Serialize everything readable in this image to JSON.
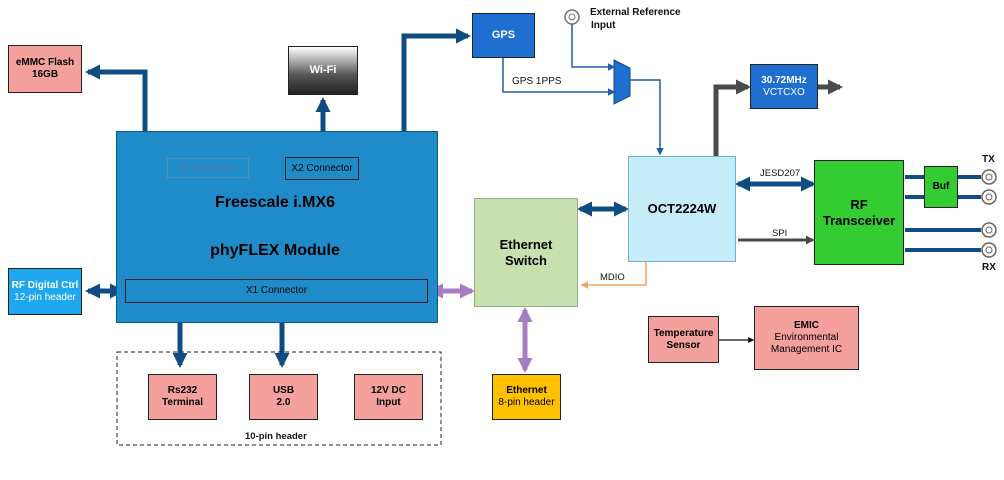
{
  "colors": {
    "link_blue": "#0f4c81",
    "link_purple": "#a67dc2",
    "link_gray": "#4a4a4a",
    "link_orange": "#f4a460",
    "module_blue": "#1f8bc9",
    "pink": "#f4a09c",
    "green": "#33cc33",
    "light_cyan": "#c5ecf8",
    "pale_green": "#c8dfb0",
    "gold": "#ffc000",
    "sky": "#1ea7ef",
    "gps_blue": "#1f6fd0"
  },
  "blocks": {
    "emmc_line1": "eMMC Flash",
    "emmc_line2": "16GB",
    "wifi": "Wi-Fi",
    "gps": "GPS",
    "x3": "X3 Connector",
    "x2": "X2 Connector",
    "module_line1": "Freescale i.MX6",
    "module_line2": "phyFLEX Module",
    "x1": "X1 Connector",
    "rf_ctrl_line1": "RF Digital Ctrl",
    "rf_ctrl_line2": "12-pin header",
    "rs232_line1": "Rs232",
    "rs232_line2": "Terminal",
    "usb_line1": "USB",
    "usb_line2": "2.0",
    "dc_line1": "12V DC",
    "dc_line2": "Input",
    "pin10": "10-pin header",
    "eth_switch_line1": "Ethernet",
    "eth_switch_line2": "Switch",
    "eth_header_line1": "Ethernet",
    "eth_header_line2": "8-pin header",
    "oct": "OCT2224W",
    "vctcxo_line1": "30.72MHz",
    "vctcxo_line2": "VCTCXO",
    "rf_line1": "RF",
    "rf_line2": "Transceiver",
    "buf": "Buf",
    "temp_line1": "Temperature",
    "temp_line2": "Sensor",
    "emic_line1": "EMIC",
    "emic_line2": "Environmental",
    "emic_line3": "Management IC"
  },
  "labels": {
    "ext_ref_line1": "External Reference",
    "ext_ref_line2": "Input",
    "gps_1pps": "GPS 1PPS",
    "jesd": "JESD207",
    "spi": "SPI",
    "mdio": "MDIO",
    "tx": "TX",
    "rx": "RX"
  }
}
